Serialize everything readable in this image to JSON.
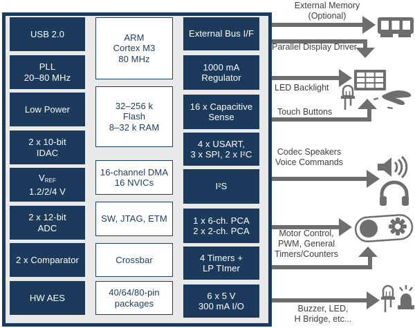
{
  "colors": {
    "navy": "#1b3a5c",
    "panel_background": "#e9e9e9",
    "arrow_gray": "#6e6e6e",
    "annotation_text": "#3d3d3d",
    "block_text_on_navy": "#ffffff"
  },
  "mcu": {
    "left": [
      {
        "lines": [
          "USB 2.0"
        ]
      },
      {
        "lines": [
          "PLL",
          "20–80 MHz"
        ]
      },
      {
        "lines": [
          "Low Power"
        ]
      },
      {
        "lines": [
          "2 x 10-bit",
          "IDAC"
        ]
      },
      {
        "vref_main": "V",
        "vref_sub": "REF",
        "lines": [
          "1.2/2/4 V"
        ]
      },
      {
        "lines": [
          "2 x 12-bit",
          "ADC"
        ]
      },
      {
        "lines": [
          "2 x Comparator"
        ]
      },
      {
        "lines": [
          "HW AES"
        ]
      }
    ],
    "middle": [
      {
        "lines": [
          "ARM",
          "Cortex M3",
          "80 MHz"
        ]
      },
      {
        "lines": [
          "32–256 k",
          "Flash",
          "8–32 k RAM"
        ]
      },
      {
        "lines": [
          "16-channel DMA",
          "16 NVICs"
        ]
      },
      {
        "lines": [
          "SW, JTAG, ETM"
        ]
      },
      {
        "lines": [
          "Crossbar"
        ]
      },
      {
        "lines": [
          "40/64/80-pin",
          "packages"
        ]
      }
    ],
    "right": [
      {
        "lines": [
          "External Bus I/F"
        ]
      },
      {
        "lines": [
          "1000 mA",
          "Regulator"
        ]
      },
      {
        "lines": [
          "16 x Capacitive",
          "Sense"
        ]
      },
      {
        "lines": [
          "4 x USART,",
          "3 x SPI, 2 x I²C"
        ]
      },
      {
        "lines": [
          "I²S"
        ]
      },
      {
        "lines": [
          "1 x 6-ch. PCA",
          "2 x 2-ch. PCA"
        ]
      },
      {
        "lines": [
          "4 Timers +",
          "LP TImer"
        ]
      },
      {
        "lines": [
          "6 x 5 V",
          "300 mA I/O"
        ]
      }
    ]
  },
  "annotations": {
    "external_memory": {
      "lines": [
        "External Memory",
        "(Optional)"
      ],
      "icon": "memory-module-icon"
    },
    "parallel_display": {
      "lines": [
        "Parallel Display Driver"
      ]
    },
    "led_backlight": {
      "lines": [
        "LED Backlight"
      ],
      "icons": [
        "led-icon",
        "display-panel-icon"
      ]
    },
    "touch_buttons": {
      "lines": [
        "Touch Buttons"
      ],
      "icon": "touch-hand-icon"
    },
    "codec": {
      "lines": [
        "Codec Speakers",
        "Voice Commands"
      ],
      "icons": [
        "speaker-icon",
        "headphones-icon"
      ]
    },
    "motor": {
      "lines": [
        "Motor Control,",
        "PWM, General",
        "Timers/Counters"
      ],
      "icon": "motor-belt-icon"
    },
    "buzzer": {
      "lines": [
        "Buzzer, LED,",
        "H Bridge, etc..."
      ],
      "icons": [
        "led-icon",
        "buzzer-alarm-icon"
      ]
    }
  }
}
